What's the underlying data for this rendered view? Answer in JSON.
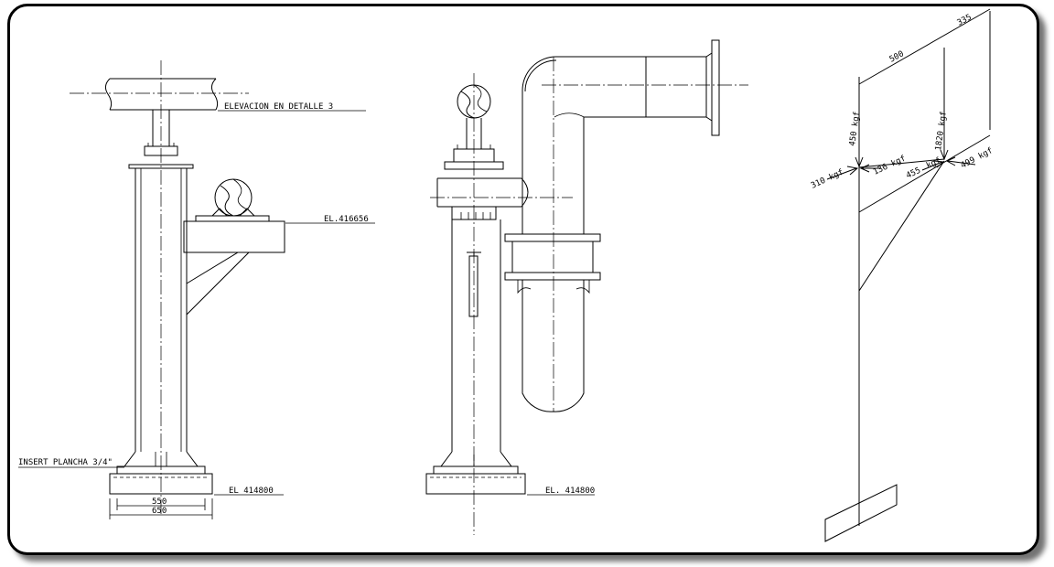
{
  "view1": {
    "label_elevation": "ELEVACION EN DETALLE 3",
    "label_el_top": "EL.416656",
    "label_insert": "INSERT PLANCHA 3/4\"",
    "label_el_base": "EL  414800",
    "dim_inner": "550",
    "dim_outer": "650"
  },
  "view2": {
    "label_el_base": "EL. 414800"
  },
  "view3": {
    "dim_top_a": "500",
    "dim_top_b": "335",
    "load_450": "450 kgf",
    "load_1820": "1820 kgf",
    "load_310": "310 kgf",
    "load_136": "136 kgf",
    "dim_455": "455",
    "load_kgf_mid": "kgf",
    "load_499": "499 kgf"
  }
}
